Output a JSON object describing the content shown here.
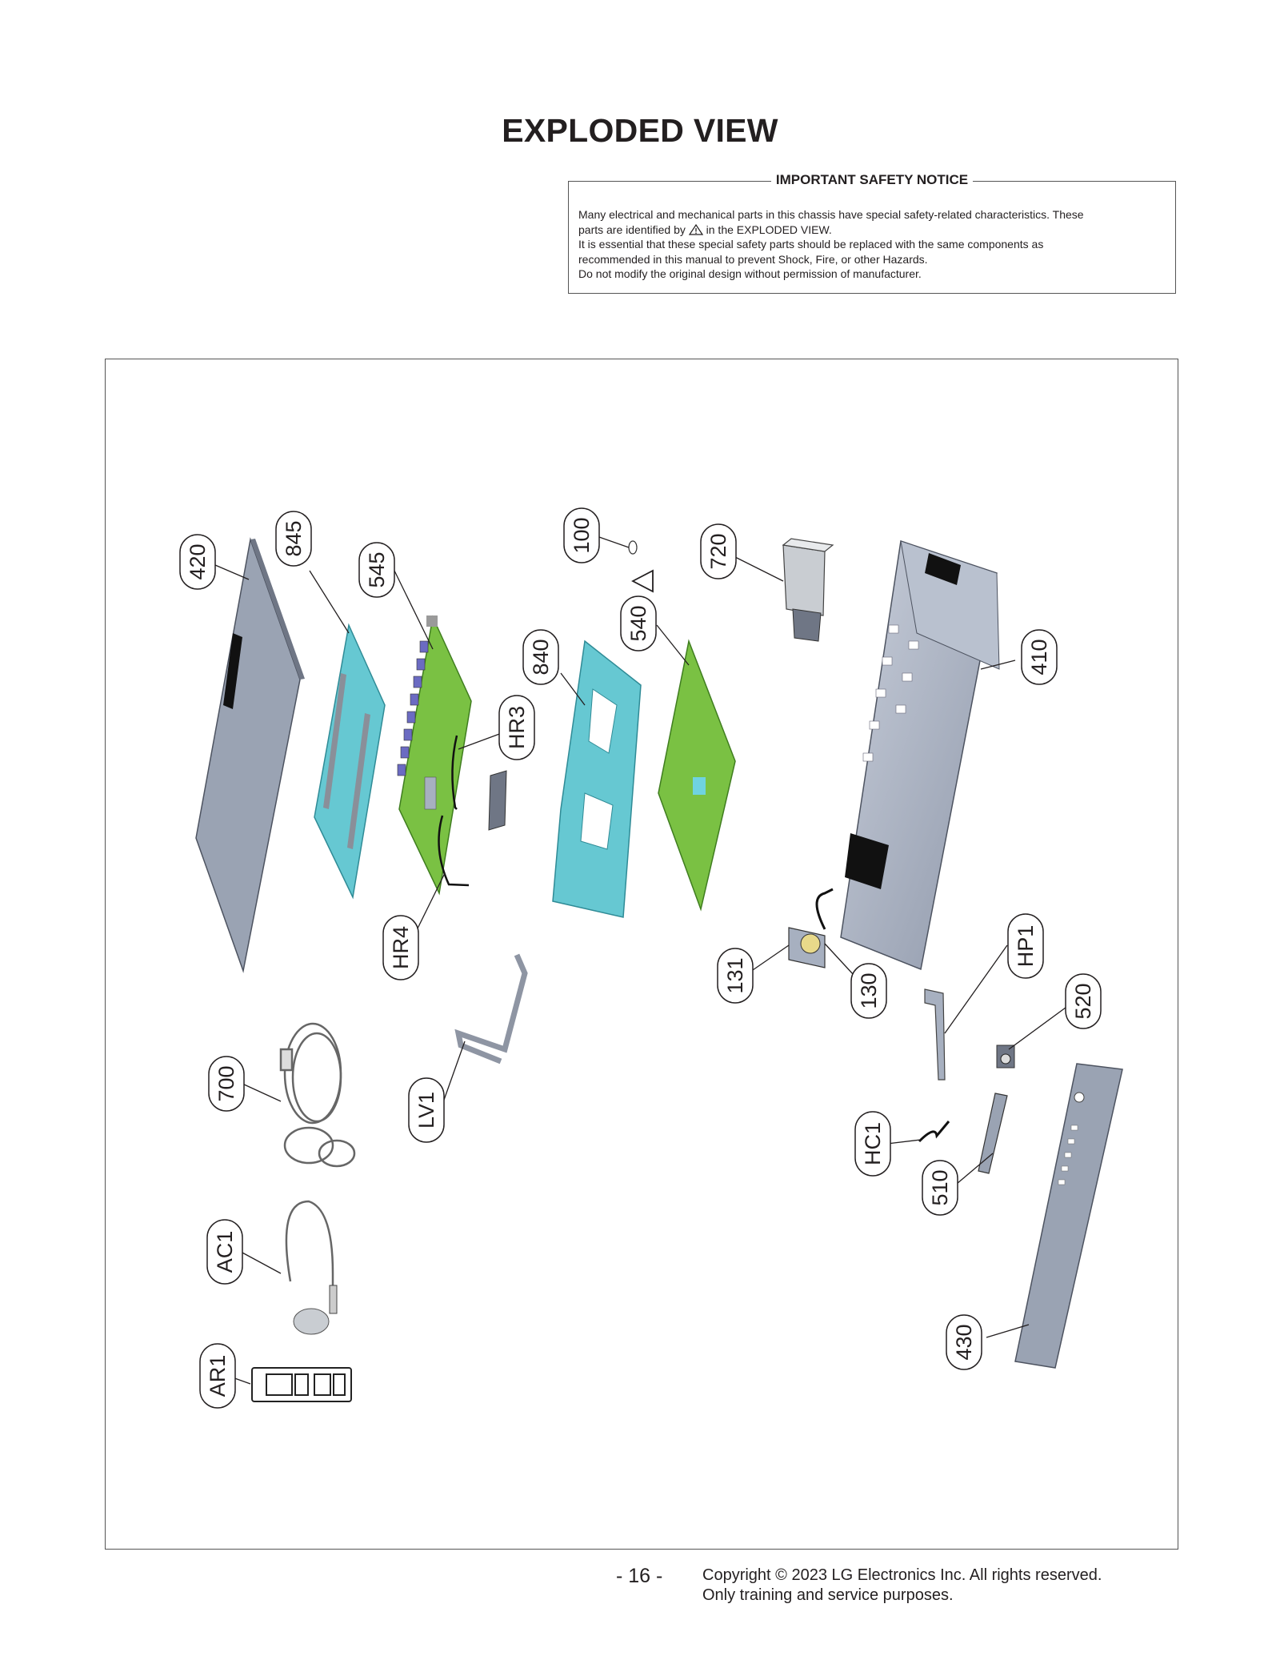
{
  "page": {
    "title": "EXPLODED VIEW",
    "page_number": "- 16 -",
    "copyright_line1": "Copyright © 2023 LG Electronics Inc. All rights reserved.",
    "copyright_line2": "Only training and service purposes."
  },
  "notice": {
    "heading": "IMPORTANT SAFETY NOTICE",
    "line1": "Many electrical and mechanical parts in this chassis have special safety-related characteristics. These",
    "line2_before": "parts are identified by",
    "line2_after": "in the EXPLODED VIEW.",
    "line3": "It is essential that these special safety parts should be replaced with the same components as",
    "line4": "recommended in this manual to prevent Shock, Fire, or other Hazards.",
    "line5": "Do not modify the original design without permission of manufacturer."
  },
  "callouts": {
    "c420": "420",
    "c845": "845",
    "c545": "545",
    "c100": "100",
    "c720": "720",
    "c540": "540",
    "c840": "840",
    "c410": "410",
    "cHR3": "HR3",
    "cHR4": "HR4",
    "c131": "131",
    "c130": "130",
    "cHP1": "HP1",
    "c520": "520",
    "cLV1": "LV1",
    "c700": "700",
    "cHC1": "HC1",
    "c510": "510",
    "cAC1": "AC1",
    "c430": "430",
    "cAR1": "AR1"
  },
  "colors": {
    "panel_gray": "#9aa3b3",
    "bracket_cyan": "#66c8d2",
    "pcb_green": "#7ac143",
    "frame_line": "#555555"
  }
}
